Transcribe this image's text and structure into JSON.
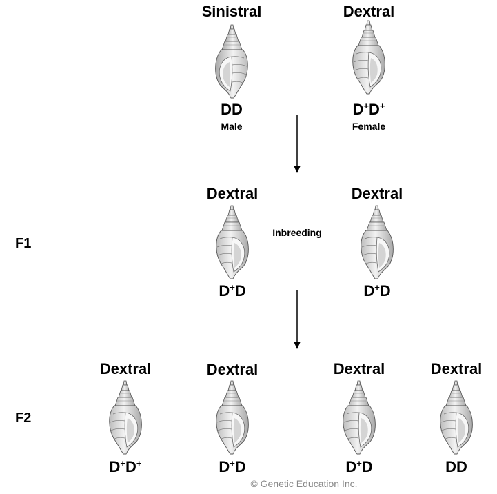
{
  "parents": {
    "left": {
      "phenotype": "Sinistral",
      "genotype": "DD",
      "sex": "Male",
      "coiling": "sinistral"
    },
    "right": {
      "phenotype": "Dextral",
      "genotype_parts": [
        "D",
        "+",
        "D",
        "+"
      ],
      "sex": "Female",
      "coiling": "dextral"
    }
  },
  "f1": {
    "generation_label": "F1",
    "cross_label": "Inbreeding",
    "left": {
      "phenotype": "Dextral",
      "genotype_parts": [
        "D",
        "+",
        "D",
        ""
      ]
    },
    "right": {
      "phenotype": "Dextral",
      "genotype_parts": [
        "D",
        "+",
        "D",
        ""
      ]
    }
  },
  "f2": {
    "generation_label": "F2",
    "offspring": [
      {
        "phenotype": "Dextral",
        "genotype_parts": [
          "D",
          "+",
          "D",
          "+"
        ]
      },
      {
        "phenotype": "Dextral",
        "genotype_parts": [
          "D",
          "+",
          "D",
          ""
        ]
      },
      {
        "phenotype": "Dextral",
        "genotype_parts": [
          "D",
          "+",
          "D",
          ""
        ]
      },
      {
        "phenotype": "Dextral",
        "genotype": "DD"
      }
    ]
  },
  "credit": "© Genetic Education Inc.",
  "colors": {
    "text": "#000000",
    "credit": "#888888",
    "shell_fill": "#e6e6e6",
    "shell_line": "#555555"
  }
}
